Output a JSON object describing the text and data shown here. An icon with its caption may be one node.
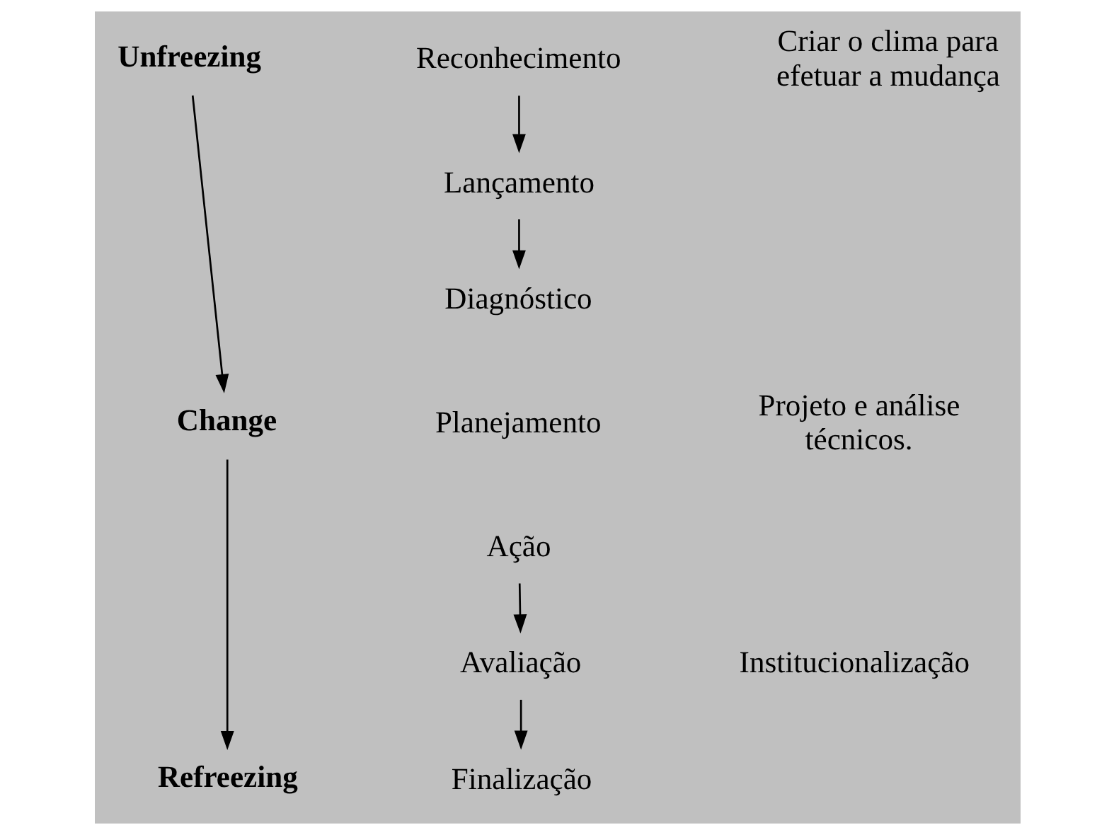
{
  "diagram": {
    "nodes": [
      {
        "text": [
          "Unfreezing"
        ]
      },
      {
        "text": [
          "Reconhecimento"
        ]
      },
      {
        "text": [
          "Criar o clima para efetuar a mudança"
        ]
      },
      {
        "text": [
          "Lançamento"
        ]
      },
      {
        "text": [
          "Diagnóstico"
        ]
      },
      {
        "text": [
          "Planejamento"
        ]
      },
      {
        "text": [
          "Change"
        ]
      },
      {
        "text": [
          "Projeto e análise técnicos."
        ]
      },
      {
        "text": [
          "Ação"
        ]
      },
      {
        "text": [
          "Avaliação"
        ]
      },
      {
        "text": [
          "Institucionalização"
        ]
      },
      {
        "text": [
          "Refreezing"
        ]
      },
      {
        "text": [
          "Finalização"
        ]
      }
    ],
    "edges": [
      {
        "from": 0,
        "to": 6,
        "arrow": "to"
      },
      {
        "from": 6,
        "to": 11,
        "arrow": "to"
      },
      {
        "from": 1,
        "to": 3,
        "arrow": "to"
      },
      {
        "from": 3,
        "to": 4,
        "arrow": "to"
      },
      {
        "from": 8,
        "to": 9,
        "arrow": "to"
      },
      {
        "from": 9,
        "to": 12,
        "arrow": "to"
      }
    ]
  }
}
